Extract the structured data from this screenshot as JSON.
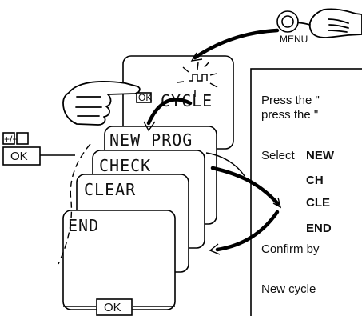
{
  "top_button": {
    "label": "MENU"
  },
  "screens": {
    "main_lcd": "CYCLE",
    "ok_chip": "OK",
    "items": [
      "NEW PROG",
      "CHECK",
      "CLEAR",
      "END"
    ],
    "bottom_ok": "OK"
  },
  "side_controls": {
    "plus_minus": "+/−",
    "ok": "OK"
  },
  "instructions": {
    "line1": "Press the \"",
    "line2": "press the \"",
    "select_word": "Select",
    "options": [
      "NEW",
      "CH",
      "CLE",
      "END"
    ],
    "confirm": "Confirm by",
    "new_cycle": "New cycle"
  },
  "icons": {
    "finger_button": "hand-pointer-icon",
    "sparkle": "cycle-icon"
  }
}
